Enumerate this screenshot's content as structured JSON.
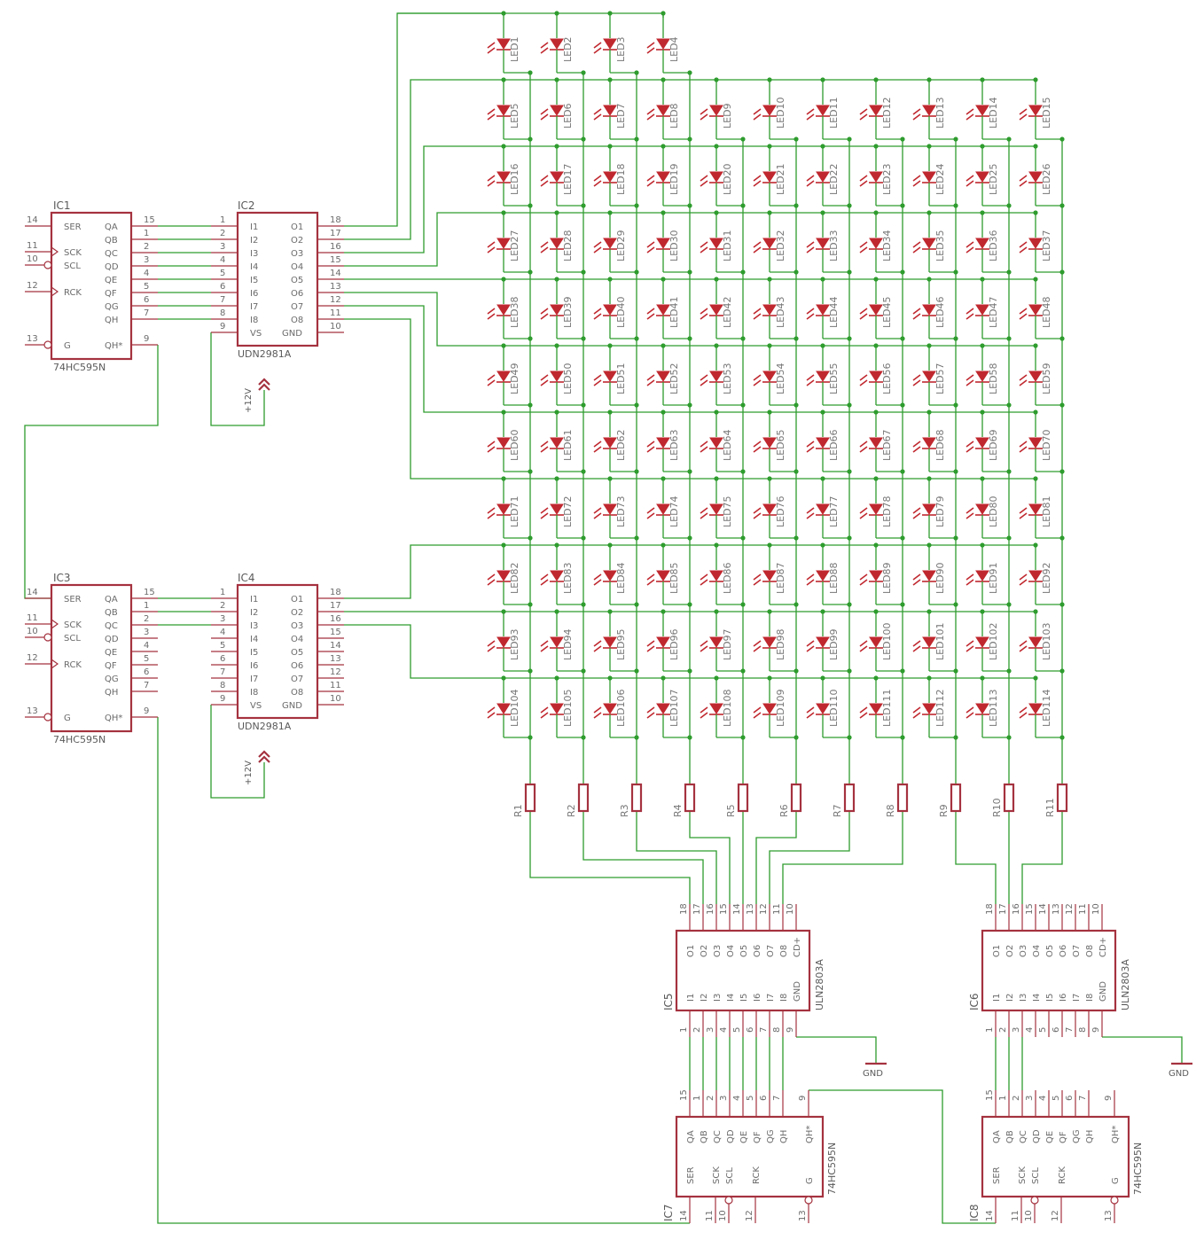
{
  "shift_register_pins": {
    "left": [
      "SER",
      "SCK",
      "SCL",
      "RCK",
      "G"
    ],
    "left_nums": [
      "14",
      "11",
      "10",
      "12",
      "13"
    ],
    "right": [
      "QA",
      "QB",
      "QC",
      "QD",
      "QE",
      "QF",
      "QG",
      "QH",
      "QH*"
    ],
    "right_nums": [
      "15",
      "1",
      "2",
      "3",
      "4",
      "5",
      "6",
      "7",
      "9"
    ]
  },
  "source_driver_pins": {
    "left": [
      "I1",
      "I2",
      "I3",
      "I4",
      "I5",
      "I6",
      "I7",
      "I8",
      "VS"
    ],
    "left_nums": [
      "1",
      "2",
      "3",
      "4",
      "5",
      "6",
      "7",
      "8",
      "9"
    ],
    "right": [
      "O1",
      "O2",
      "O3",
      "O4",
      "O5",
      "O6",
      "O7",
      "O8",
      "GND"
    ],
    "right_nums": [
      "18",
      "17",
      "16",
      "15",
      "14",
      "13",
      "12",
      "11",
      "10"
    ]
  },
  "sink_driver_pins": {
    "top": [
      "O1",
      "O2",
      "O3",
      "O4",
      "O5",
      "O6",
      "O7",
      "O8",
      "CD+"
    ],
    "top_nums": [
      "18",
      "17",
      "16",
      "15",
      "14",
      "13",
      "12",
      "11",
      "10"
    ],
    "bottom": [
      "I1",
      "I2",
      "I3",
      "I4",
      "I5",
      "I6",
      "I7",
      "I8",
      "GND"
    ],
    "bottom_nums": [
      "1",
      "2",
      "3",
      "4",
      "5",
      "6",
      "7",
      "8",
      "9"
    ]
  },
  "bottom_sr_pins": {
    "top": [
      "QA",
      "QB",
      "QC",
      "QD",
      "QE",
      "QF",
      "QG",
      "QH",
      "QH*"
    ],
    "top_nums": [
      "15",
      "1",
      "2",
      "3",
      "4",
      "5",
      "6",
      "7",
      "9"
    ],
    "bottom": [
      "SER",
      "SCK",
      "SCL",
      "RCK",
      "G"
    ],
    "bottom_nums": [
      "14",
      "11",
      "10",
      "12",
      "13"
    ]
  },
  "ics": {
    "ic1": {
      "ref": "IC1",
      "value": "74HC595N"
    },
    "ic2": {
      "ref": "IC2",
      "value": "UDN2981A"
    },
    "ic3": {
      "ref": "IC3",
      "value": "74HC595N"
    },
    "ic4": {
      "ref": "IC4",
      "value": "UDN2981A"
    },
    "ic5": {
      "ref": "IC5",
      "value": "ULN2803A"
    },
    "ic6": {
      "ref": "IC6",
      "value": "ULN2803A"
    },
    "ic7": {
      "ref": "IC7",
      "value": "74HC595N"
    },
    "ic8": {
      "ref": "IC8",
      "value": "74HC595N"
    }
  },
  "supply_label": "+12V",
  "ground_label": "GND",
  "led_prefix": "LED",
  "led_count": 114,
  "led_columns": 11,
  "resistors": [
    "R1",
    "R2",
    "R3",
    "R4",
    "R5",
    "R6",
    "R7",
    "R8",
    "R9",
    "R10",
    "R11"
  ]
}
